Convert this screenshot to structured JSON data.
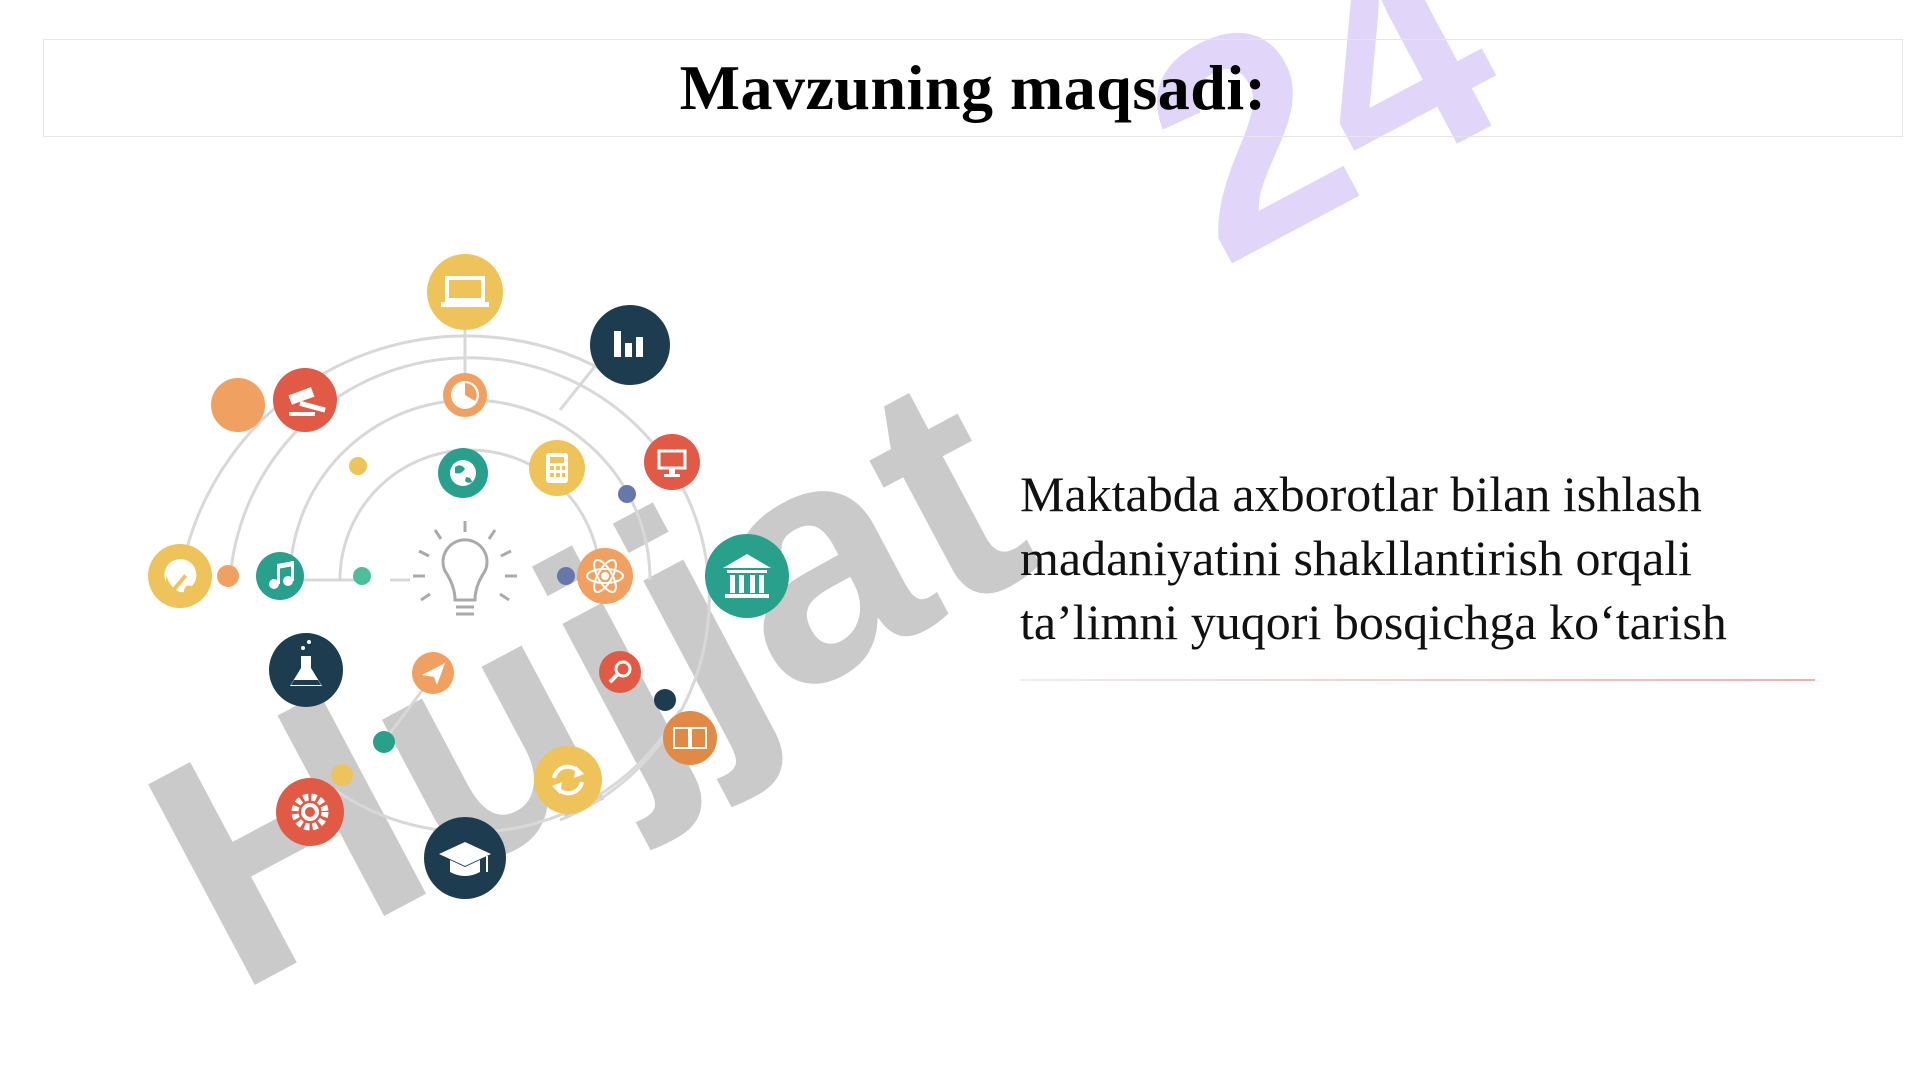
{
  "slide": {
    "title": "Mavzuning maqsadi:",
    "body_lines": [
      "Maktabda axborotlar bilan ishlash",
      "madaniyatini shakllantirish orqali",
      "ta’limni yuqori bosqichga ko‘tarish"
    ]
  },
  "watermark": {
    "brand_text": "Hujjat",
    "brand_number": "24",
    "brand_color": "#c8b4f5",
    "gray_color": "#9e9e9e"
  },
  "illustration": {
    "colors": {
      "yellow": "#eec35a",
      "orange": "#f0a060",
      "red": "#e05a45",
      "teal": "#28a08c",
      "navy": "#1e3c50",
      "slate": "#6677aa"
    },
    "icons": [
      "laptop-icon",
      "bar-chart-icon",
      "gavel-icon",
      "pie-chart-icon",
      "globe-icon",
      "calculator-icon",
      "monitor-icon",
      "palette-icon",
      "music-note-icon",
      "lightbulb-icon",
      "atom-icon",
      "museum-icon",
      "flask-icon",
      "paper-plane-icon",
      "magnifier-icon",
      "book-icon",
      "refresh-icon",
      "gear-icon",
      "graduation-cap-icon"
    ]
  }
}
